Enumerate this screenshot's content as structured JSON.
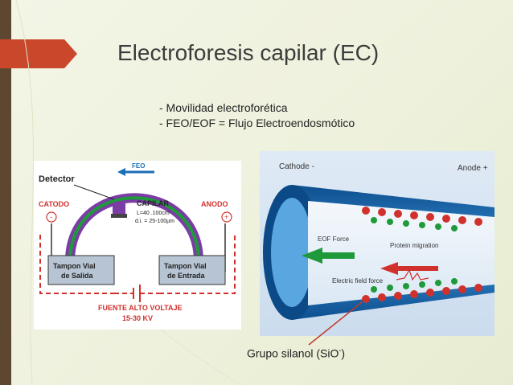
{
  "slide": {
    "title": "Electroforesis capilar (EC)",
    "bullets": [
      "- Movilidad electroforética",
      "- FEO/EOF = Flujo Electroendosmótico"
    ],
    "caption_main": "Grupo silanol (SiO",
    "caption_sup": "-",
    "caption_end": ")"
  },
  "diagram_left": {
    "detector": "Detector",
    "feo": "FEO",
    "catodo": "CATODO",
    "anodo": "ANODO",
    "capilar": "CAPILAR",
    "spec1": "L=40 .100cm",
    "spec2": "d.i. = 25-100µm",
    "minus": "-",
    "plus": "+",
    "vial_left_1": "Tampon Vial",
    "vial_left_2": "de Salida",
    "vial_right_1": "Tampon Vial",
    "vial_right_2": "de Entrada",
    "power1": "FUENTE ALTO VOLTAJE",
    "power2": "15-30 KV"
  },
  "diagram_right": {
    "cathode": "Cathode -",
    "anode": "Anode +",
    "eof": "EOF Force",
    "protein": "Protein migration",
    "field": "Electric field force"
  },
  "colors": {
    "accent": "#c9482b",
    "left_bar": "#5d4731",
    "tube_blue": "#1a6fb6",
    "arc_purple": "#7b3ca6",
    "arc_green": "#1f9a3a"
  }
}
